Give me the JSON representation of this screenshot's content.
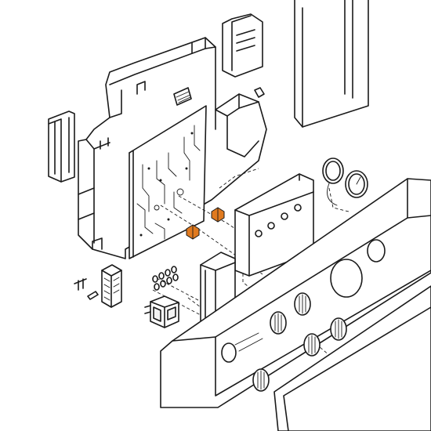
{
  "diagram": {
    "colors": {
      "line": "#1a1a1a",
      "background": "#ffffff",
      "panel_fill": "#f2f2f2",
      "highlight": "#e07a1f"
    },
    "parts": [
      {
        "name": "cover-panel-right"
      },
      {
        "name": "back-housing"
      },
      {
        "name": "clip-bracket-left"
      },
      {
        "name": "clip-bracket-top"
      },
      {
        "name": "circuit-board"
      },
      {
        "name": "spacer-clip-orange",
        "count": 2
      },
      {
        "name": "display-panel"
      },
      {
        "name": "pressure-gauge"
      },
      {
        "name": "thermometer-gauge"
      },
      {
        "name": "control-fascia"
      },
      {
        "name": "control-knob",
        "count": 4
      },
      {
        "name": "terminal-block"
      },
      {
        "name": "cable-clip"
      },
      {
        "name": "small-springs",
        "count": 8
      },
      {
        "name": "switch-module"
      },
      {
        "name": "end-cap-left"
      },
      {
        "name": "front-door"
      }
    ]
  }
}
